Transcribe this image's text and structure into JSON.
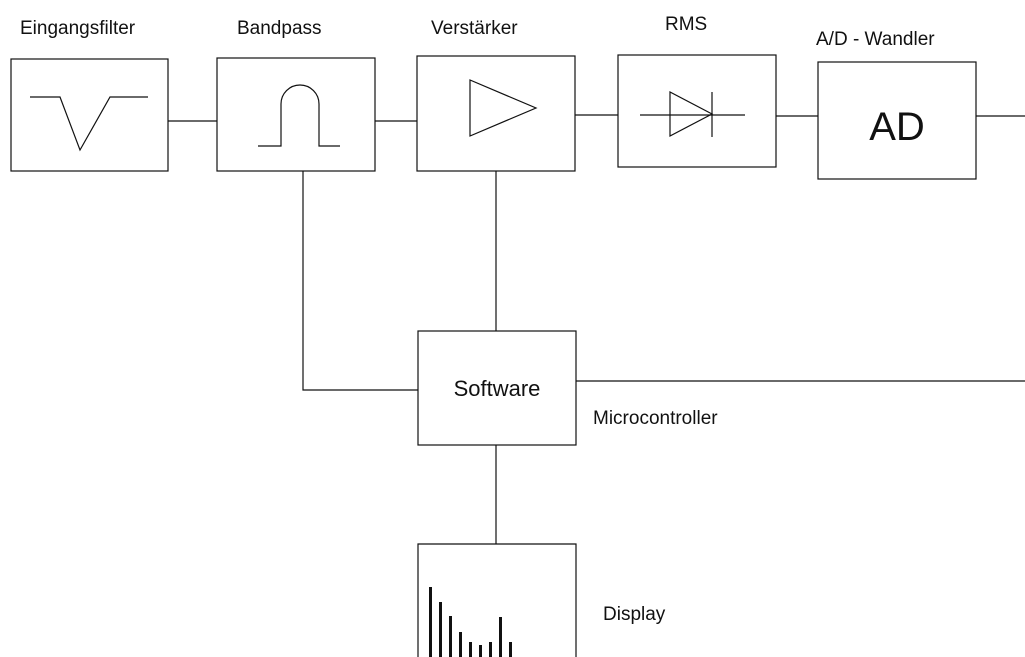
{
  "blocks": {
    "eingangsfilter": {
      "label": "Eingangsfilter"
    },
    "bandpass": {
      "label": "Bandpass"
    },
    "verstaerker": {
      "label": "Verstärker"
    },
    "rms": {
      "label": "RMS"
    },
    "ad_wandler": {
      "label": "A/D - Wandler",
      "inner_text": "AD"
    },
    "software": {
      "inner_text": "Software",
      "label": "Microcontroller"
    },
    "display": {
      "label": "Display",
      "bar_levels": [
        1.0,
        0.78,
        0.59,
        0.36,
        0.22,
        0.17,
        0.22,
        0.57,
        0.22
      ]
    }
  },
  "colors": {
    "line": "#111111",
    "background": "#ffffff"
  }
}
